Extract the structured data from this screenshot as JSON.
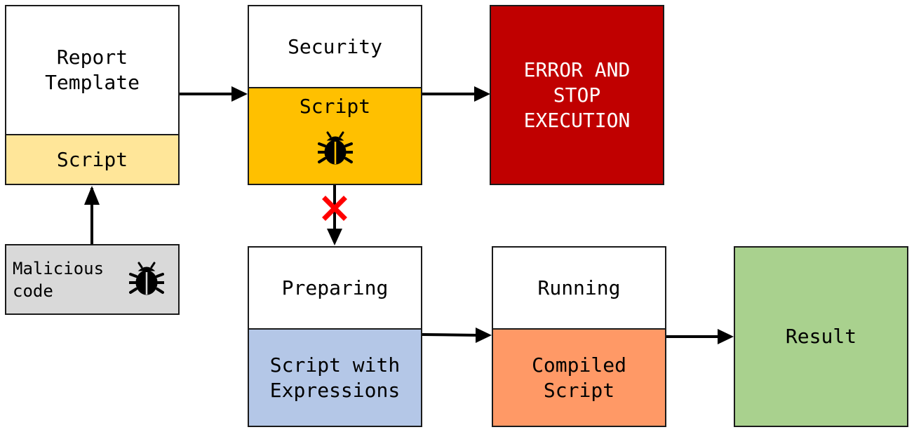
{
  "nodes": {
    "report_template": {
      "label": "Report\nTemplate",
      "color": "#ffffff"
    },
    "report_script": {
      "label": "Script",
      "color": "#ffe699"
    },
    "malicious_code": {
      "label": "Malicious\ncode",
      "color": "#d9d9d9"
    },
    "security": {
      "label": "Security",
      "color": "#ffffff"
    },
    "security_script": {
      "label": "Script",
      "color": "#ffc000"
    },
    "error": {
      "label": "ERROR AND\nSTOP\nEXECUTION",
      "color": "#c00000",
      "text_color": "#ffffff"
    },
    "preparing": {
      "label": "Preparing",
      "color": "#ffffff"
    },
    "preparing_script": {
      "label": "Script with\nExpressions",
      "color": "#b4c7e7"
    },
    "running": {
      "label": "Running",
      "color": "#ffffff"
    },
    "running_script": {
      "label": "Compiled\nScript",
      "color": "#ff9966"
    },
    "result": {
      "label": "Result",
      "color": "#a9d18e"
    }
  },
  "edges": [
    {
      "from": "malicious_code",
      "to": "report_script"
    },
    {
      "from": "report_template",
      "to": "security"
    },
    {
      "from": "security_script",
      "to": "error"
    },
    {
      "from": "security_script",
      "to": "preparing",
      "blocked": true
    },
    {
      "from": "preparing_script",
      "to": "running_script"
    },
    {
      "from": "running_script",
      "to": "result"
    }
  ],
  "icons": {
    "bug": "bug-icon",
    "blocked": "red-x-icon"
  },
  "colors": {
    "block_mark": "#ff0000",
    "border": "#1a1a1a"
  }
}
